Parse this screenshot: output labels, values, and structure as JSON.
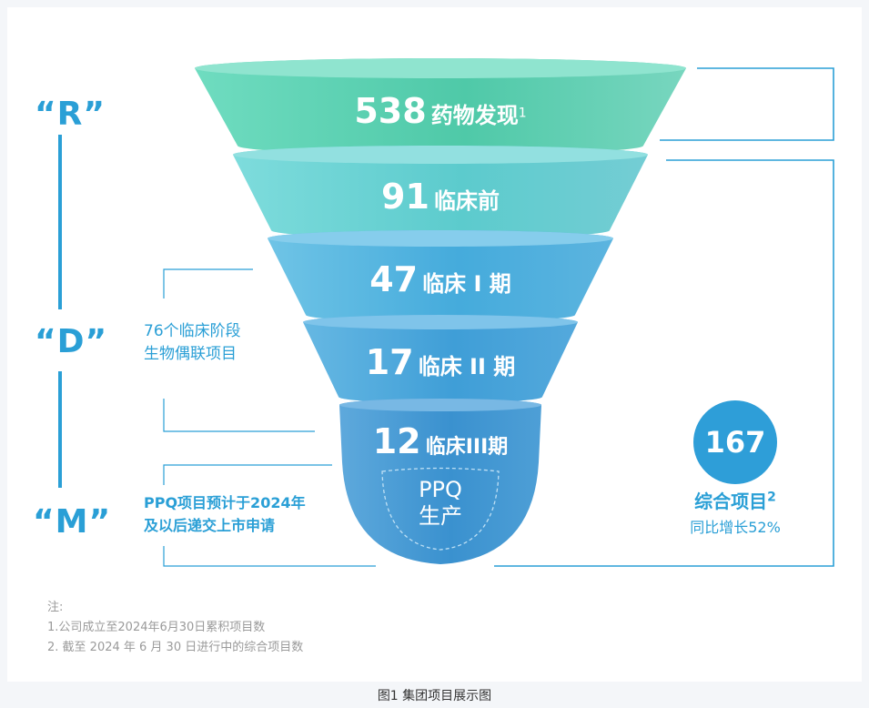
{
  "side_labels": {
    "r": "“R”",
    "d": "“D”",
    "m": "“M”"
  },
  "funnel": {
    "tiers": [
      {
        "number": "538",
        "label": "药物发现",
        "sup": "1"
      },
      {
        "number": "91",
        "label": "临床前",
        "sup": ""
      },
      {
        "number": "47",
        "label": "临床 I 期",
        "sup": ""
      },
      {
        "number": "17",
        "label": "临床 II 期",
        "sup": ""
      },
      {
        "number": "12",
        "label": "临床III期",
        "sup": ""
      }
    ],
    "bottom": {
      "line1": "PPQ",
      "line2": "生产"
    }
  },
  "left_notes": {
    "clinical": {
      "line1": "76个临床阶段",
      "line2": "生物偶联项目"
    },
    "ppq": {
      "line1": "PPQ项目预计于2024年",
      "line2": "及以后递交上市申请"
    }
  },
  "summary": {
    "count": "167",
    "title": "综合项目",
    "sup": "2",
    "growth": "同比增长52%"
  },
  "notes": {
    "heading": "注:",
    "n1": "1.公司成立至2024年6月30日累积项目数",
    "n2": "2. 截至 2024 年 6 月 30 日进行中的综合项目数"
  },
  "caption": "图1 集团项目展示图",
  "colors": {
    "tier1": "#5ed1b4",
    "tier2": "#63cdd0",
    "tier3": "#4db1dd",
    "tier4": "#46a3d8",
    "tier5": "#3f97d0",
    "accent": "#2a9fd6"
  }
}
